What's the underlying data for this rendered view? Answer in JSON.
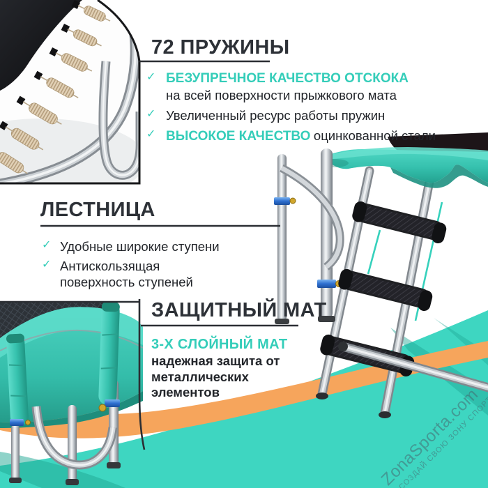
{
  "palette": {
    "accent_teal": "#34cdb9",
    "heading_color": "#2d3137",
    "body_text_color": "#22252a",
    "orange_swoosh": "#f6a55c",
    "teal_swoosh": "#3ed6c1",
    "callout_line_color": "#2b2e33"
  },
  "icons": {
    "check": "✓"
  },
  "sections": {
    "springs": {
      "title": "72 ПРУЖИНЫ",
      "bullet1_strong": "БЕЗУПРЕЧНОЕ КАЧЕСТВО ОТСКОКА",
      "bullet1_text": "на всей поверхности прыжкового мата",
      "bullet2_text": "Увеличенный ресурс работы пружин",
      "bullet3_strong": "ВЫСОКОЕ КАЧЕСТВО",
      "bullet3_text": "оцинкованной стали"
    },
    "ladder": {
      "title": "ЛЕСТНИЦА",
      "bullet1": "Удобные широкие ступени",
      "bullet2": "Антискользящая поверхность ступеней"
    },
    "mat": {
      "title": "ЗАЩИТНЫЙ МАТ",
      "subtitle": "3-Х СЛОЙНЫЙ МАТ",
      "description": "надежная защита от металлических элементов"
    }
  },
  "watermark": {
    "brand": "ZonaSporta.com",
    "slogan": "СОЗДАЙ СВОЮ ЗОНУ СПОРТА"
  }
}
